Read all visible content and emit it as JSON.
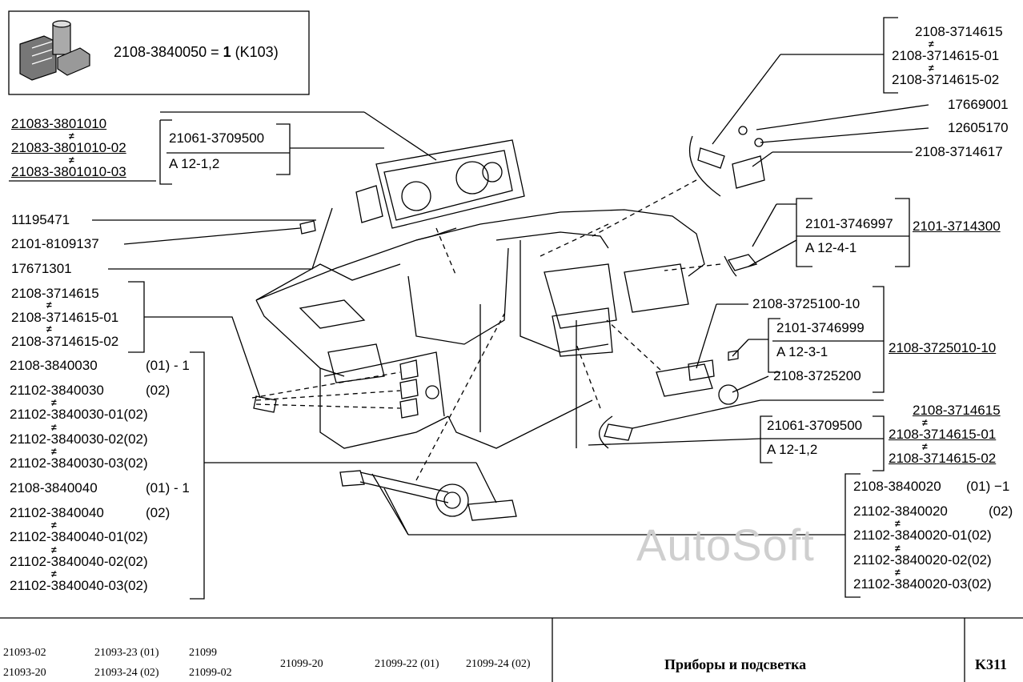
{
  "kit": {
    "code": "2108-3840050 = ",
    "qty": "1",
    "suffix": " (K103)"
  },
  "watermark": "AutoSoft",
  "left_labels": {
    "cluster": [
      "21083-3801010",
      "21083-3801010-02",
      "21083-3801010-03"
    ],
    "cluster_lamp": {
      "part": "21061-3709500",
      "lamp": "A 12-1,2"
    },
    "fasteners": [
      "11195471",
      "2101-8109137",
      "17671301"
    ],
    "switch_left": [
      "2108-3714615",
      "2108-3714615-01",
      "2108-3714615-02"
    ],
    "switches": [
      {
        "code": "2108-3840030",
        "variant": "(01) - 1"
      },
      {
        "code": "21102-3840030",
        "variant": "(02)"
      },
      {
        "code": "21102-3840030-01(02)",
        "variant": ""
      },
      {
        "code": "21102-3840030-02(02)",
        "variant": ""
      },
      {
        "code": "21102-3840030-03(02)",
        "variant": ""
      },
      {
        "code": "2108-3840040",
        "variant": "(01) - 1"
      },
      {
        "code": "21102-3840040",
        "variant": "(02)"
      },
      {
        "code": "21102-3840040-01(02)",
        "variant": ""
      },
      {
        "code": "21102-3840040-02(02)",
        "variant": ""
      },
      {
        "code": "21102-3840040-03(02)",
        "variant": ""
      }
    ]
  },
  "right_labels": {
    "switch_top": [
      "2108-3714615",
      "2108-3714615-01",
      "2108-3714615-02"
    ],
    "screw": "17669001",
    "washer": "12605170",
    "bracket": "2108-3714617",
    "lighter_lamp": {
      "part": "2101-3746997",
      "lamp": "A 12-4-1",
      "assembly": "2101-3714300"
    },
    "cigar_lighter": {
      "top": "2108-3725100-10",
      "part": "2101-3746999",
      "lamp": "A 12-3-1",
      "assembly": "2108-3725010-10",
      "bottom": "2108-3725200"
    },
    "lower_lamp": {
      "part": "21061-3709500",
      "lamp": "A 12-1,2"
    },
    "switch_lower": [
      "2108-3714615",
      "2108-3714615-01",
      "2108-3714615-02"
    ],
    "switches": [
      {
        "code": "2108-3840020",
        "variant": "(01) −1"
      },
      {
        "code": "21102-3840020",
        "variant": "(02)"
      },
      {
        "code": "21102-3840020-01(02)",
        "variant": ""
      },
      {
        "code": "21102-3840020-02(02)",
        "variant": ""
      },
      {
        "code": "21102-3840020-03(02)",
        "variant": ""
      }
    ]
  },
  "not_equal": "≠",
  "footer": {
    "models_col1": [
      "21093-02",
      "21093-20"
    ],
    "models_col2": [
      "21093-23 (01)",
      "21093-24 (02)"
    ],
    "models_col3": [
      "21099",
      "21099-02"
    ],
    "models_col4": "21099-20",
    "models_col5": "21099-22 (01)",
    "models_col6": "21099-24 (02)",
    "title": "Приборы и подсветка",
    "code": "K311"
  }
}
